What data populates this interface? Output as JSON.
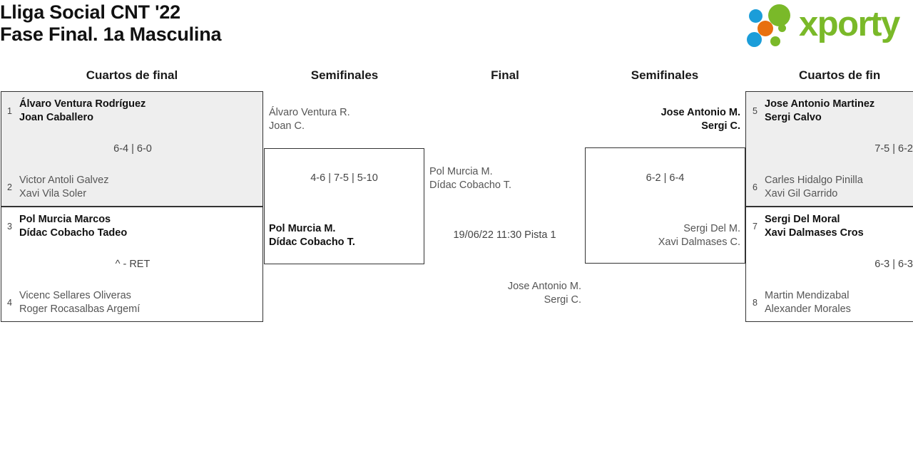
{
  "header": {
    "title_line1": "Lliga Social CNT '22",
    "title_line2": "Fase Final. 1a Masculina",
    "logo_word": "xporty",
    "logo_colors": {
      "green": "#7ab929",
      "blue": "#1b9dd9",
      "orange": "#e8700f"
    }
  },
  "rounds": [
    {
      "label": "Cuartos de final"
    },
    {
      "label": "Semifinales"
    },
    {
      "label": "Final"
    },
    {
      "label": "Semifinales"
    },
    {
      "label": "Cuartos de fin"
    }
  ],
  "bracket": {
    "quarterfinals_left": [
      {
        "seed_top": "1",
        "top_line1": "Álvaro Ventura Rodríguez",
        "top_line2": "Joan Caballero",
        "top_status": "winner",
        "score": "6-4 | 6-0",
        "seed_bottom": "2",
        "bottom_line1": "Victor Antoli Galvez",
        "bottom_line2": "Xavi Vila Soler",
        "bottom_status": "loser",
        "shaded": true
      },
      {
        "seed_top": "3",
        "top_line1": "Pol Murcia Marcos",
        "top_line2": "Dídac Cobacho Tadeo",
        "top_status": "winner",
        "score": "^ - RET",
        "seed_bottom": "4",
        "bottom_line1": "Vicenc Sellares Oliveras",
        "bottom_line2": "Roger Rocasalbas Argemí",
        "bottom_status": "loser",
        "shaded": false
      }
    ],
    "semifinal_left": {
      "top_line1": "Álvaro Ventura R.",
      "top_line2": "Joan C.",
      "top_status": "loser",
      "score": "4-6 | 7-5 | 5-10",
      "bottom_line1": "Pol Murcia M.",
      "bottom_line2": "Dídac Cobacho T.",
      "bottom_status": "winner"
    },
    "final": {
      "left_line1": "Pol Murcia M.",
      "left_line2": "Dídac Cobacho T.",
      "left_status": "loser",
      "schedule": "19/06/22 11:30 Pista 1",
      "right_line1": "Jose Antonio M.",
      "right_line2": "Sergi C.",
      "right_status": "loser"
    },
    "semifinal_right": {
      "top_line1": "Jose Antonio M.",
      "top_line2": "Sergi C.",
      "top_status": "winner",
      "score": "6-2 | 6-4",
      "bottom_line1": "Sergi Del M.",
      "bottom_line2": "Xavi Dalmases C.",
      "bottom_status": "loser"
    },
    "quarterfinals_right": [
      {
        "seed_top": "5",
        "top_line1": "Jose Antonio Martinez",
        "top_line2": "Sergi Calvo",
        "top_status": "winner",
        "score": "7-5 | 6-2",
        "seed_bottom": "6",
        "bottom_line1": "Carles Hidalgo Pinilla",
        "bottom_line2": "Xavi Gil Garrido",
        "bottom_status": "loser",
        "shaded": true
      },
      {
        "seed_top": "7",
        "top_line1": "Sergi Del Moral",
        "top_line2": "Xavi Dalmases Cros",
        "top_status": "winner",
        "score": "6-3 | 6-3",
        "seed_bottom": "8",
        "bottom_line1": "Martin Mendizabal",
        "bottom_line2": "Alexander Morales",
        "bottom_status": "loser",
        "shaded": false
      }
    ]
  }
}
